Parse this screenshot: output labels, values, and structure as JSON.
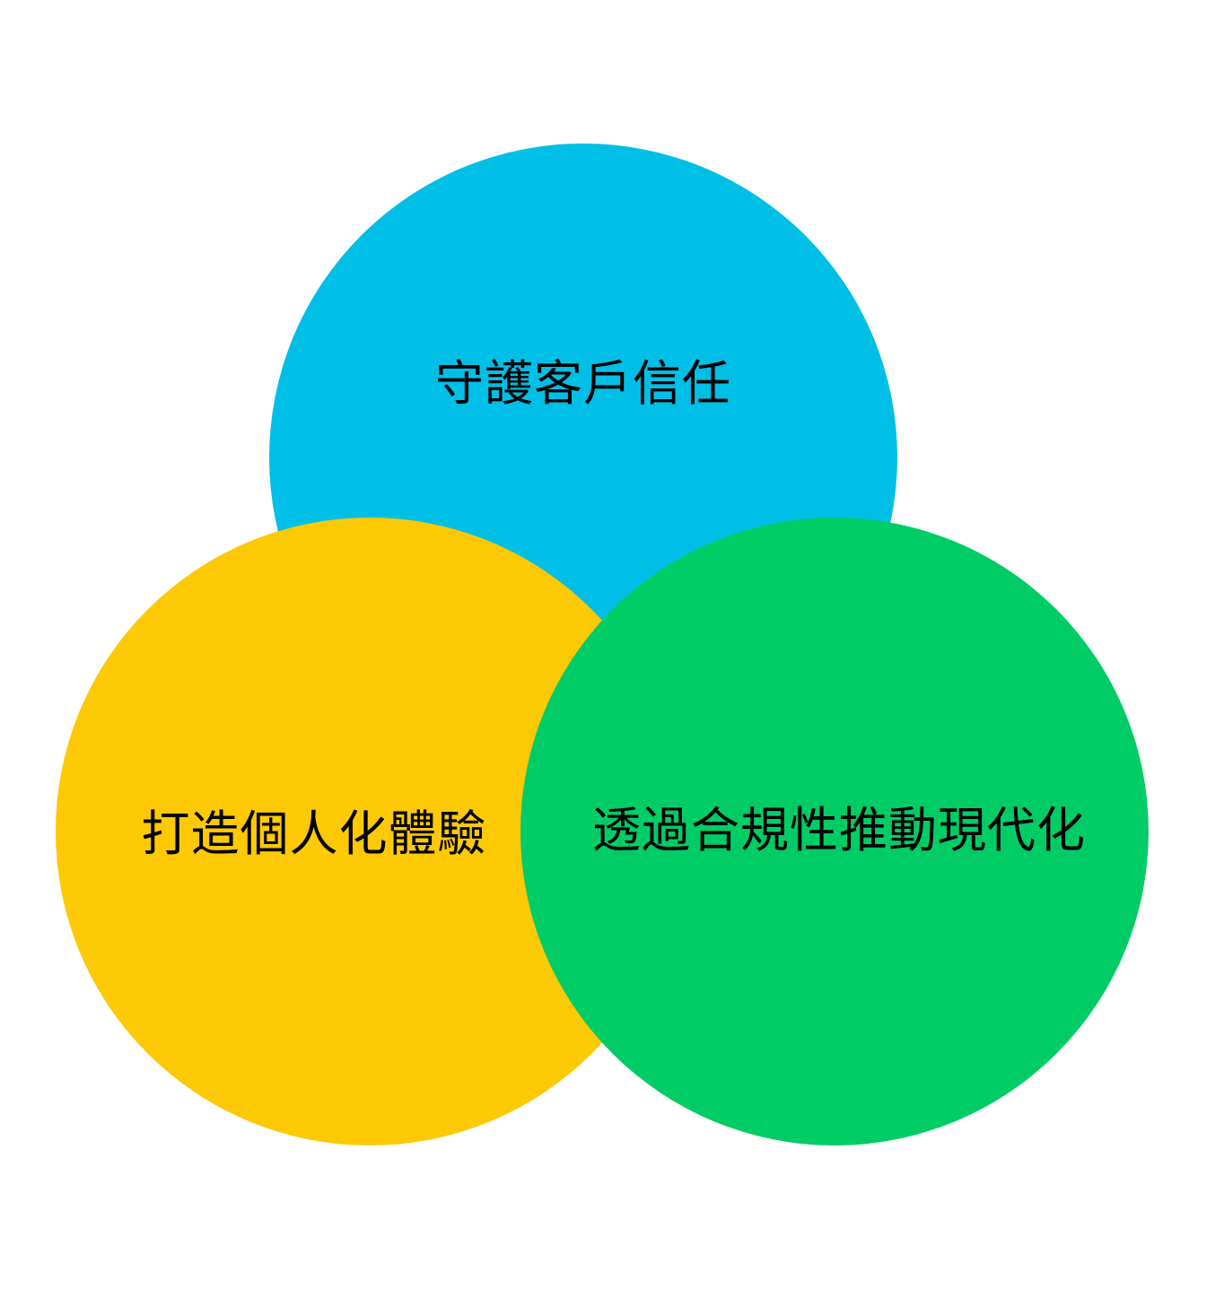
{
  "circles": [
    {
      "id": "top",
      "label": "守護客戶信任",
      "color": "#00BFE6"
    },
    {
      "id": "left",
      "label": "打造個人化體驗",
      "color": "#FDC905"
    },
    {
      "id": "right",
      "label": "透過合規性推動現代化",
      "color": "#00CC66"
    }
  ]
}
